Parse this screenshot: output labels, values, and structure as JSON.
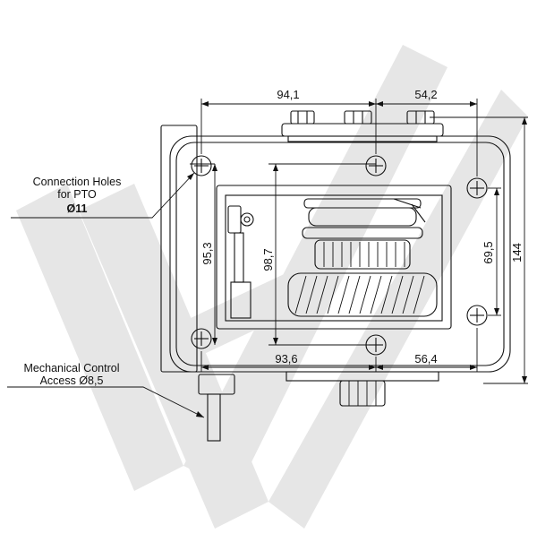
{
  "colors": {
    "line": "#111111",
    "watermark": "#e6e6e6",
    "background": "#ffffff"
  },
  "dimensions": {
    "top_left_width": "94,1",
    "top_right_width": "54,2",
    "bottom_left_width": "93,6",
    "bottom_right_width": "56,4",
    "left_height": "95,3",
    "inner_height": "98,7",
    "right_inner_height": "69,5",
    "overall_height": "144"
  },
  "callouts": {
    "pto_holes": {
      "line1": "Connection Holes",
      "line2": "for PTO",
      "line3": "Ø11"
    },
    "mechanical_control": {
      "line1": "Mechanical Control",
      "line2": "Access  Ø8,5"
    }
  }
}
